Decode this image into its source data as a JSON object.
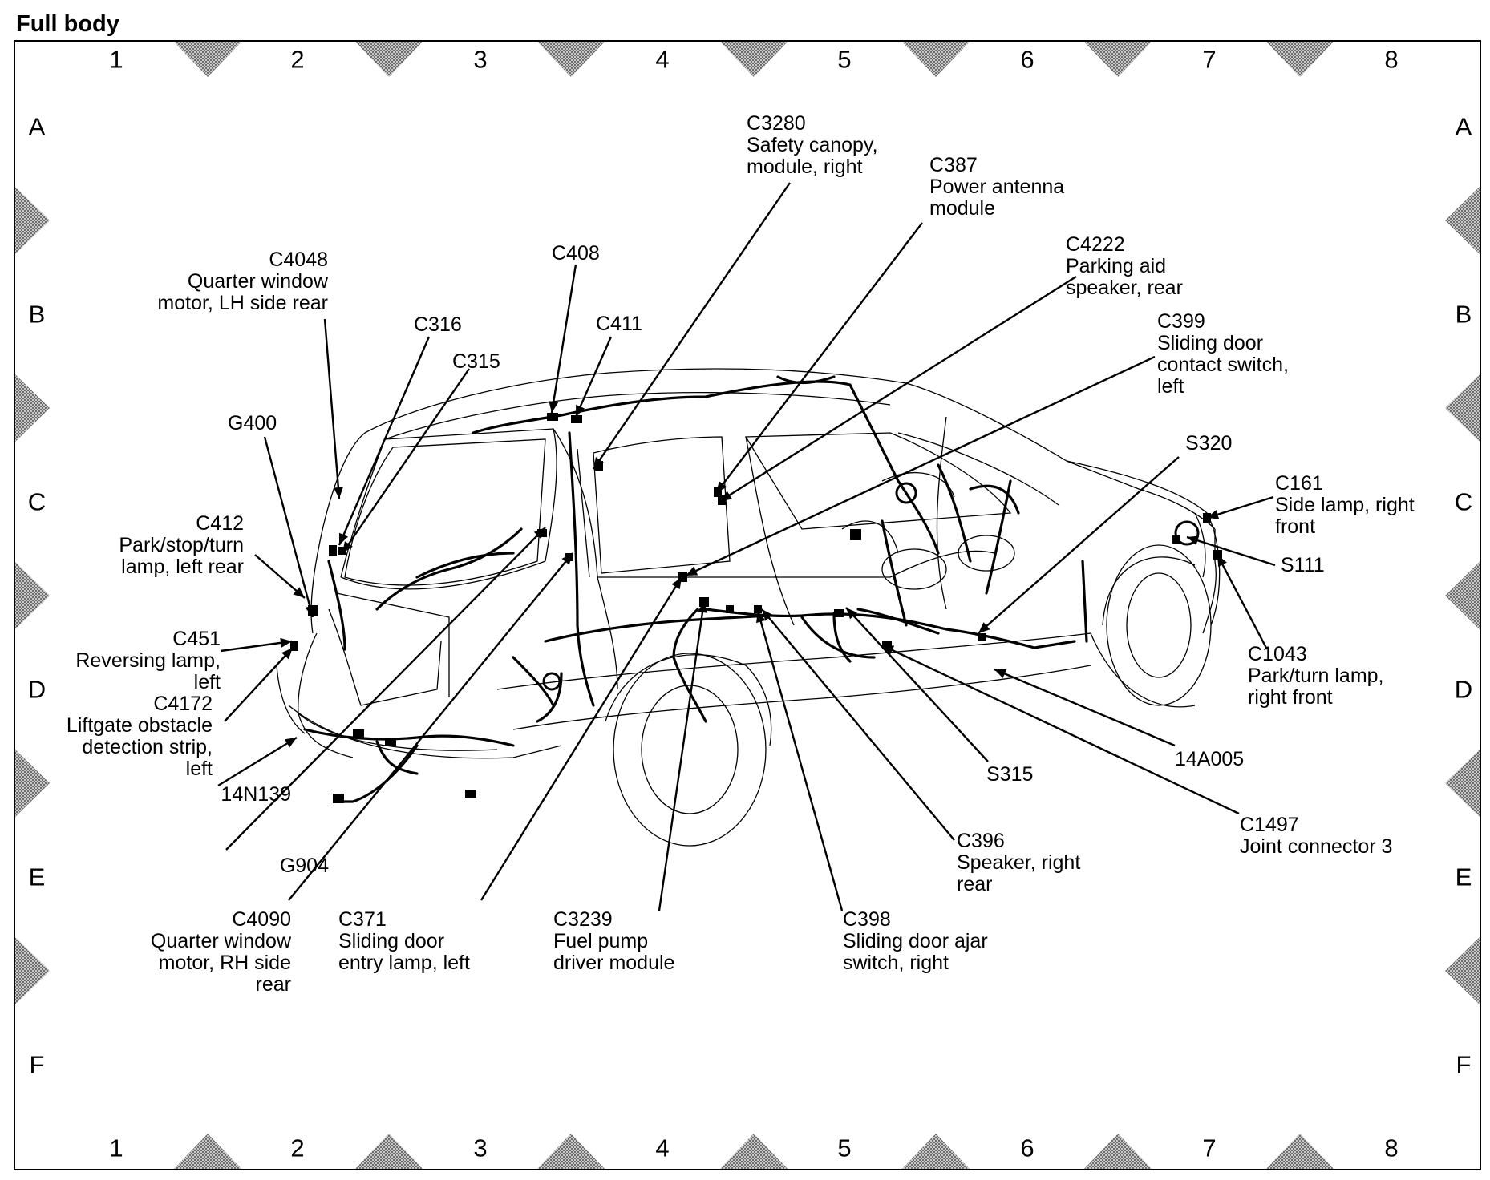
{
  "heading": "Full body",
  "grid": {
    "columns": [
      "1",
      "2",
      "3",
      "4",
      "5",
      "6",
      "7",
      "8"
    ],
    "rows": [
      "A",
      "B",
      "C",
      "D",
      "E",
      "F"
    ]
  },
  "callouts": [
    {
      "id": "C3280",
      "lines": [
        "C3280",
        "Safety canopy,",
        "module, right"
      ]
    },
    {
      "id": "C387",
      "lines": [
        "C387",
        "Power antenna",
        "module"
      ]
    },
    {
      "id": "C4222",
      "lines": [
        "C4222",
        "Parking aid",
        "speaker, rear"
      ]
    },
    {
      "id": "C399",
      "lines": [
        "C399",
        "Sliding door",
        "contact switch,",
        "left"
      ]
    },
    {
      "id": "S320",
      "lines": [
        "S320"
      ]
    },
    {
      "id": "C161",
      "lines": [
        "C161",
        "Side lamp, right",
        "front"
      ]
    },
    {
      "id": "S111",
      "lines": [
        "S111"
      ]
    },
    {
      "id": "C1043",
      "lines": [
        "C1043",
        "Park/turn lamp,",
        "right front"
      ]
    },
    {
      "id": "14A005",
      "lines": [
        "14A005"
      ]
    },
    {
      "id": "S315",
      "lines": [
        "S315"
      ]
    },
    {
      "id": "C1497",
      "lines": [
        "C1497",
        "Joint connector 3"
      ]
    },
    {
      "id": "C396",
      "lines": [
        "C396",
        "Speaker, right",
        "rear"
      ]
    },
    {
      "id": "C398",
      "lines": [
        "C398",
        "Sliding door ajar",
        "switch, right"
      ]
    },
    {
      "id": "C3239",
      "lines": [
        "C3239",
        "Fuel pump",
        "driver module"
      ]
    },
    {
      "id": "C371",
      "lines": [
        "C371",
        "Sliding door",
        "entry lamp, left"
      ]
    },
    {
      "id": "C4090",
      "lines": [
        "C4090",
        "Quarter window",
        "motor, RH side",
        "rear"
      ]
    },
    {
      "id": "G904",
      "lines": [
        "G904"
      ]
    },
    {
      "id": "14N139",
      "lines": [
        "14N139"
      ]
    },
    {
      "id": "C4172",
      "lines": [
        "C4172",
        "Liftgate obstacle",
        "detection strip,",
        "left"
      ]
    },
    {
      "id": "C451",
      "lines": [
        "C451",
        "Reversing lamp,",
        "left"
      ]
    },
    {
      "id": "C412",
      "lines": [
        "C412",
        "Park/stop/turn",
        "lamp, left rear"
      ]
    },
    {
      "id": "G400",
      "lines": [
        "G400"
      ]
    },
    {
      "id": "C4048",
      "lines": [
        "C4048",
        "Quarter window",
        "motor, LH side rear"
      ]
    },
    {
      "id": "C316",
      "lines": [
        "C316"
      ]
    },
    {
      "id": "C315",
      "lines": [
        "C315"
      ]
    },
    {
      "id": "C408",
      "lines": [
        "C408"
      ]
    },
    {
      "id": "C411",
      "lines": [
        "C411"
      ]
    }
  ],
  "colors": {
    "ink": "#000000",
    "marker": "#9a9a9a",
    "background": "#ffffff"
  }
}
